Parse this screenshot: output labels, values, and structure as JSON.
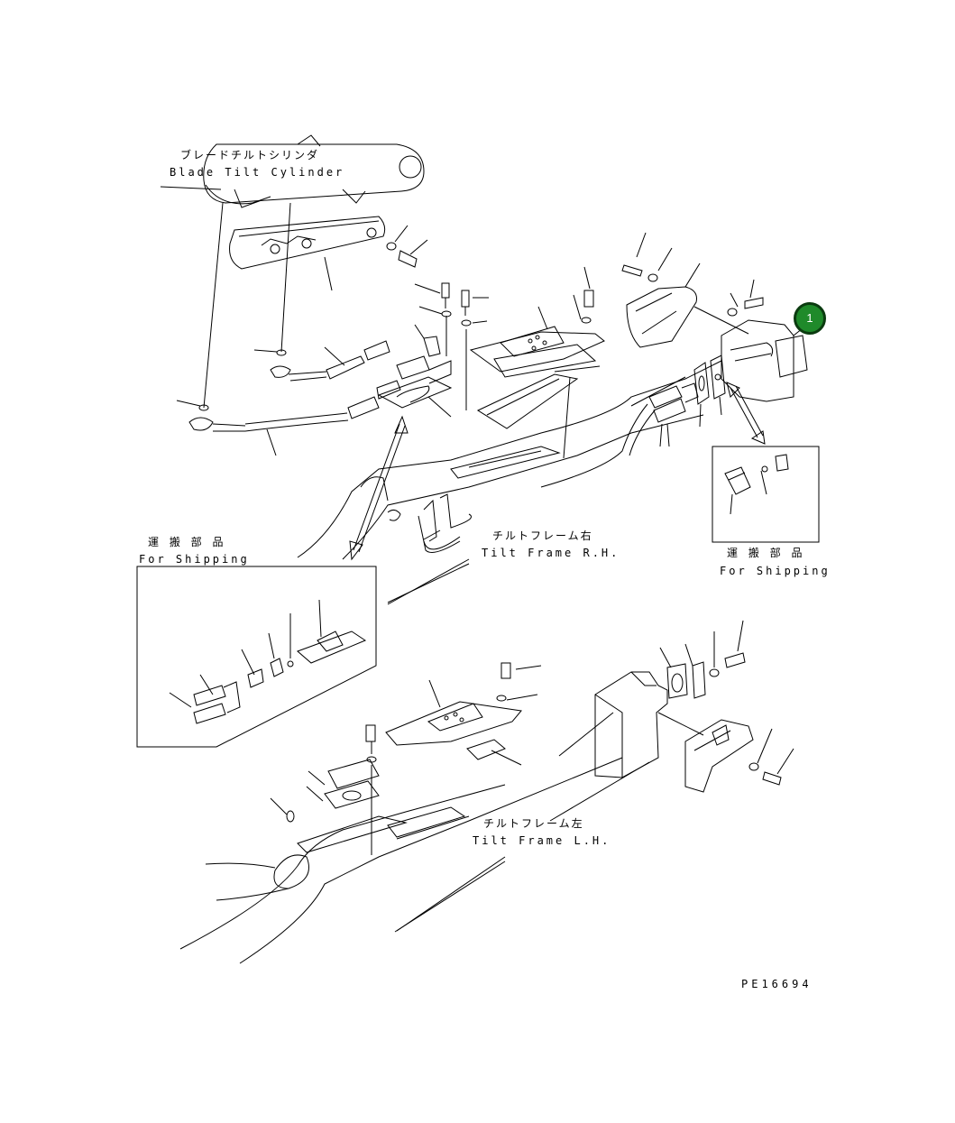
{
  "labels": {
    "blade_tilt_cylinder_jp": "ブレードチルトシリンダ",
    "blade_tilt_cylinder_en": "Blade Tilt Cylinder",
    "shipping_left_jp": "運 搬 部 品",
    "shipping_left_en": "For Shipping",
    "shipping_right_jp": "運 搬 部 品",
    "shipping_right_en": "For Shipping",
    "tilt_frame_rh_jp": "チルトフレーム右",
    "tilt_frame_rh_en": "Tilt Frame R.H.",
    "tilt_frame_lh_jp": "チルトフレーム左",
    "tilt_frame_lh_en": "Tilt Frame L.H.",
    "drawing_id": "PE16694"
  },
  "callouts": [
    {
      "number": "1",
      "color": "#1f8a2a"
    }
  ],
  "colors": {
    "line": "#000000",
    "background": "#ffffff",
    "callout_fill": "#1f8a2a"
  }
}
